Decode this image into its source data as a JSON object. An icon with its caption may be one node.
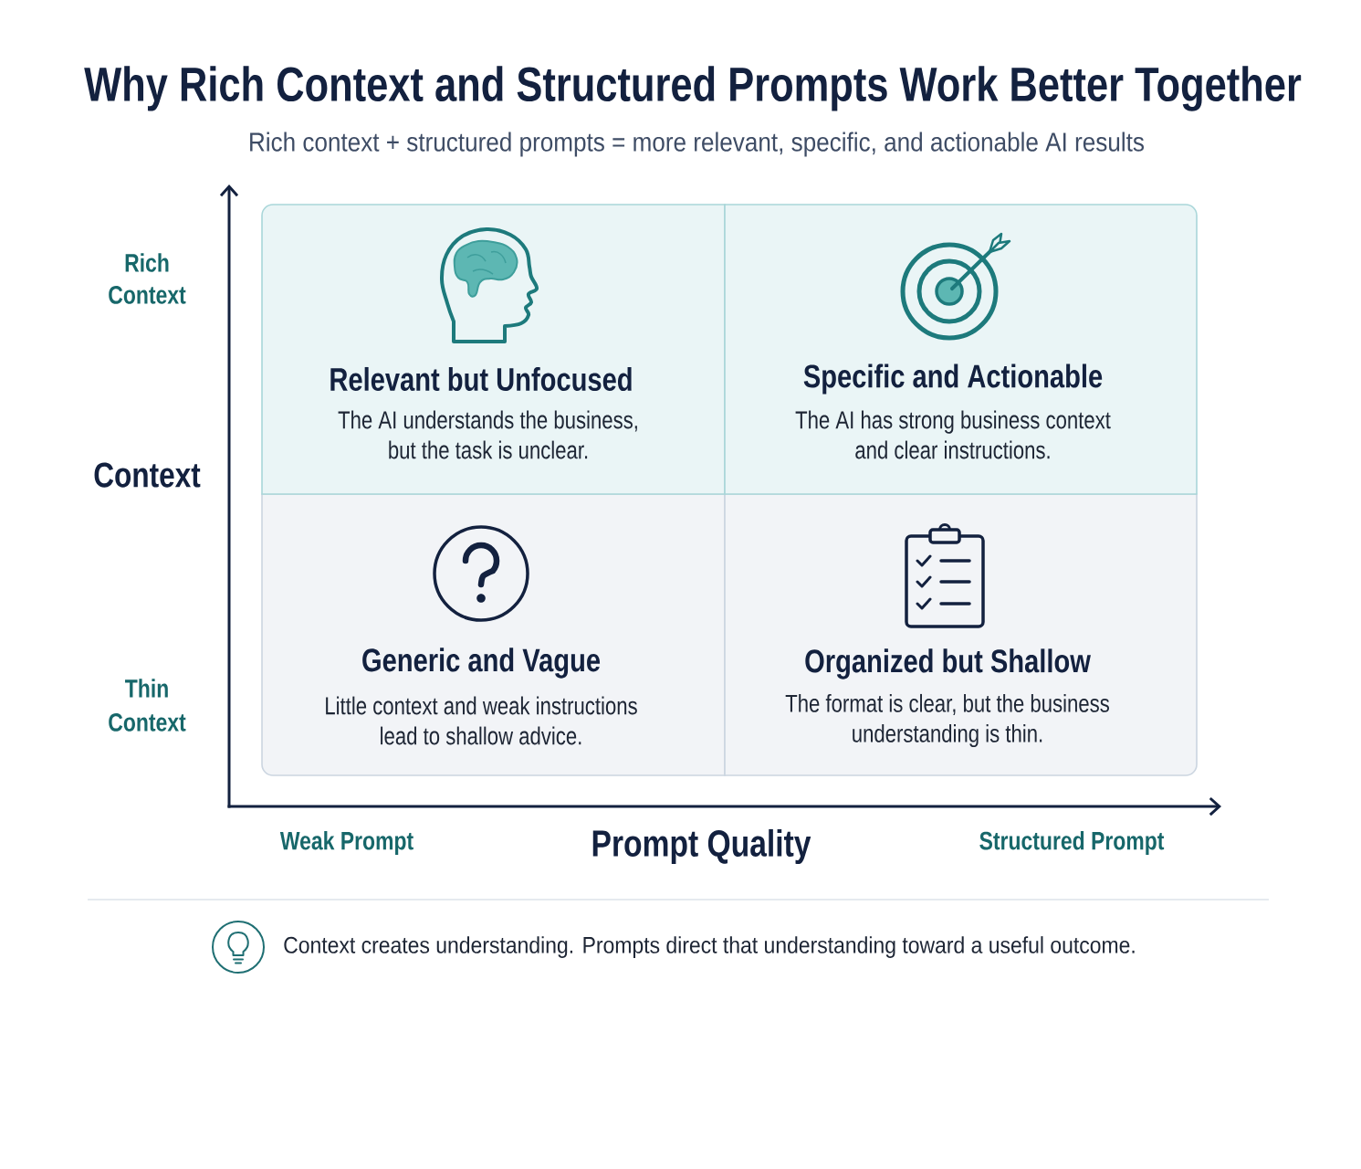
{
  "diagram": {
    "title": "Why Rich Context and Structured Prompts Work Better Together",
    "nodes": [
      {
        "text": [
          "Relevant but Unfocused",
          "The AI understands the business, but the task is unclear."
        ]
      },
      {
        "text": [
          "Specific and Actionable",
          "The AI has strong business context and clear instructions."
        ]
      },
      {
        "text": [
          "Generic and Vague",
          "Little context and weak instructions lead to shallow advice."
        ]
      },
      {
        "text": [
          "Organized but Shallow",
          "The format is clear, but the business understanding is thin."
        ]
      }
    ],
    "labels": [
      "Rich context + structured prompts = more relevant, specific, and actionable AI results",
      "Rich Context",
      "Context",
      "Thin Context",
      "Weak Prompt",
      "Prompt Quality",
      "Structured Prompt",
      "Context creates understanding. Prompts direct that understanding toward a useful outcome."
    ]
  }
}
